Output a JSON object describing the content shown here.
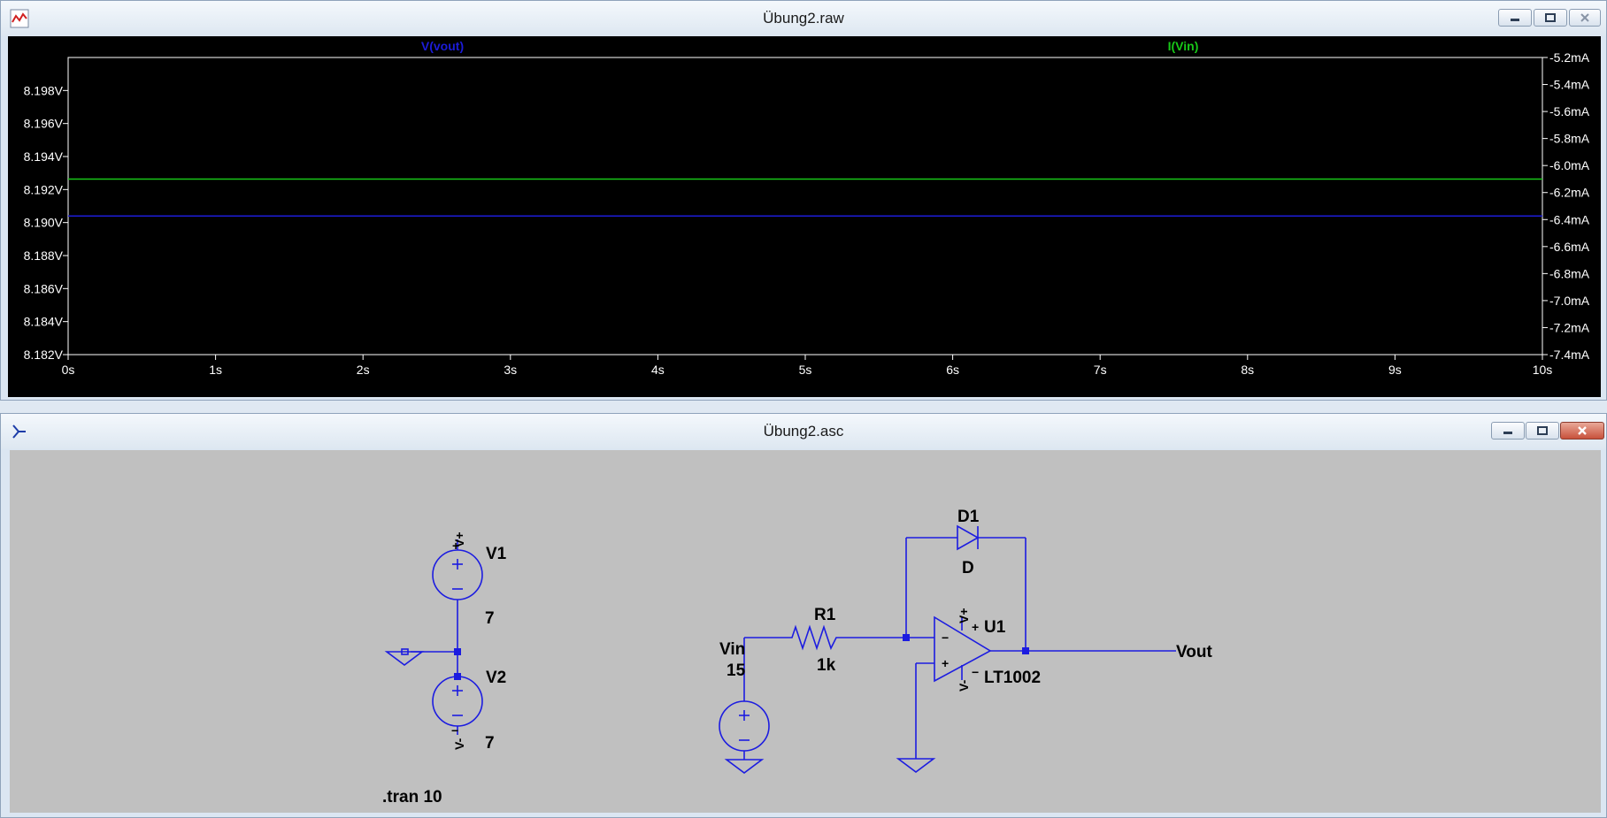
{
  "waveform_window": {
    "title": "Übung2.raw",
    "traces": [
      {
        "name": "V(vout)",
        "color": "#1c1cd8"
      },
      {
        "name": "I(Vin)",
        "color": "#18c818"
      }
    ],
    "left_axis_labels": [
      "8.198V",
      "8.196V",
      "8.194V",
      "8.192V",
      "8.190V",
      "8.188V",
      "8.186V",
      "8.184V",
      "8.182V"
    ],
    "right_axis_labels": [
      "-5.2mA",
      "-5.4mA",
      "-5.6mA",
      "-5.8mA",
      "-6.0mA",
      "-6.2mA",
      "-6.4mA",
      "-6.6mA",
      "-6.8mA",
      "-7.0mA",
      "-7.2mA",
      "-7.4mA"
    ],
    "x_axis_labels": [
      "0s",
      "1s",
      "2s",
      "3s",
      "4s",
      "5s",
      "6s",
      "7s",
      "8s",
      "9s",
      "10s"
    ]
  },
  "chart_data": {
    "type": "line",
    "x": [
      0,
      10
    ],
    "xlabel": "",
    "xlim": [
      0,
      10
    ],
    "x_unit": "s",
    "series": [
      {
        "name": "V(vout)",
        "axis": "left",
        "unit": "V",
        "values": [
          8.1904,
          8.1904
        ]
      },
      {
        "name": "I(Vin)",
        "axis": "right",
        "unit": "mA",
        "values": [
          -6.1,
          -6.1
        ]
      }
    ],
    "ylim_left": [
      8.182,
      8.2
    ],
    "ylim_right": [
      -7.4,
      -5.2
    ],
    "grid": false,
    "background": "#000000"
  },
  "schematic_window": {
    "title": "Übung2.asc",
    "labels": {
      "v1_name": "V1",
      "v1_value": "7",
      "v2_name": "V2",
      "v2_value": "7",
      "vin_name": "Vin",
      "vin_value": "15",
      "r1_name": "R1",
      "r1_value": "1k",
      "d1_name": "D1",
      "d1_model": "D",
      "u1_name": "U1",
      "u1_model": "LT1002",
      "vout_label": "Vout",
      "directive": ".tran 10",
      "plus": "+",
      "minus": "−",
      "vplus": "V+",
      "vminus": "V-"
    },
    "wire_color": "#1c1ce0",
    "background": "#c0c0c0"
  }
}
